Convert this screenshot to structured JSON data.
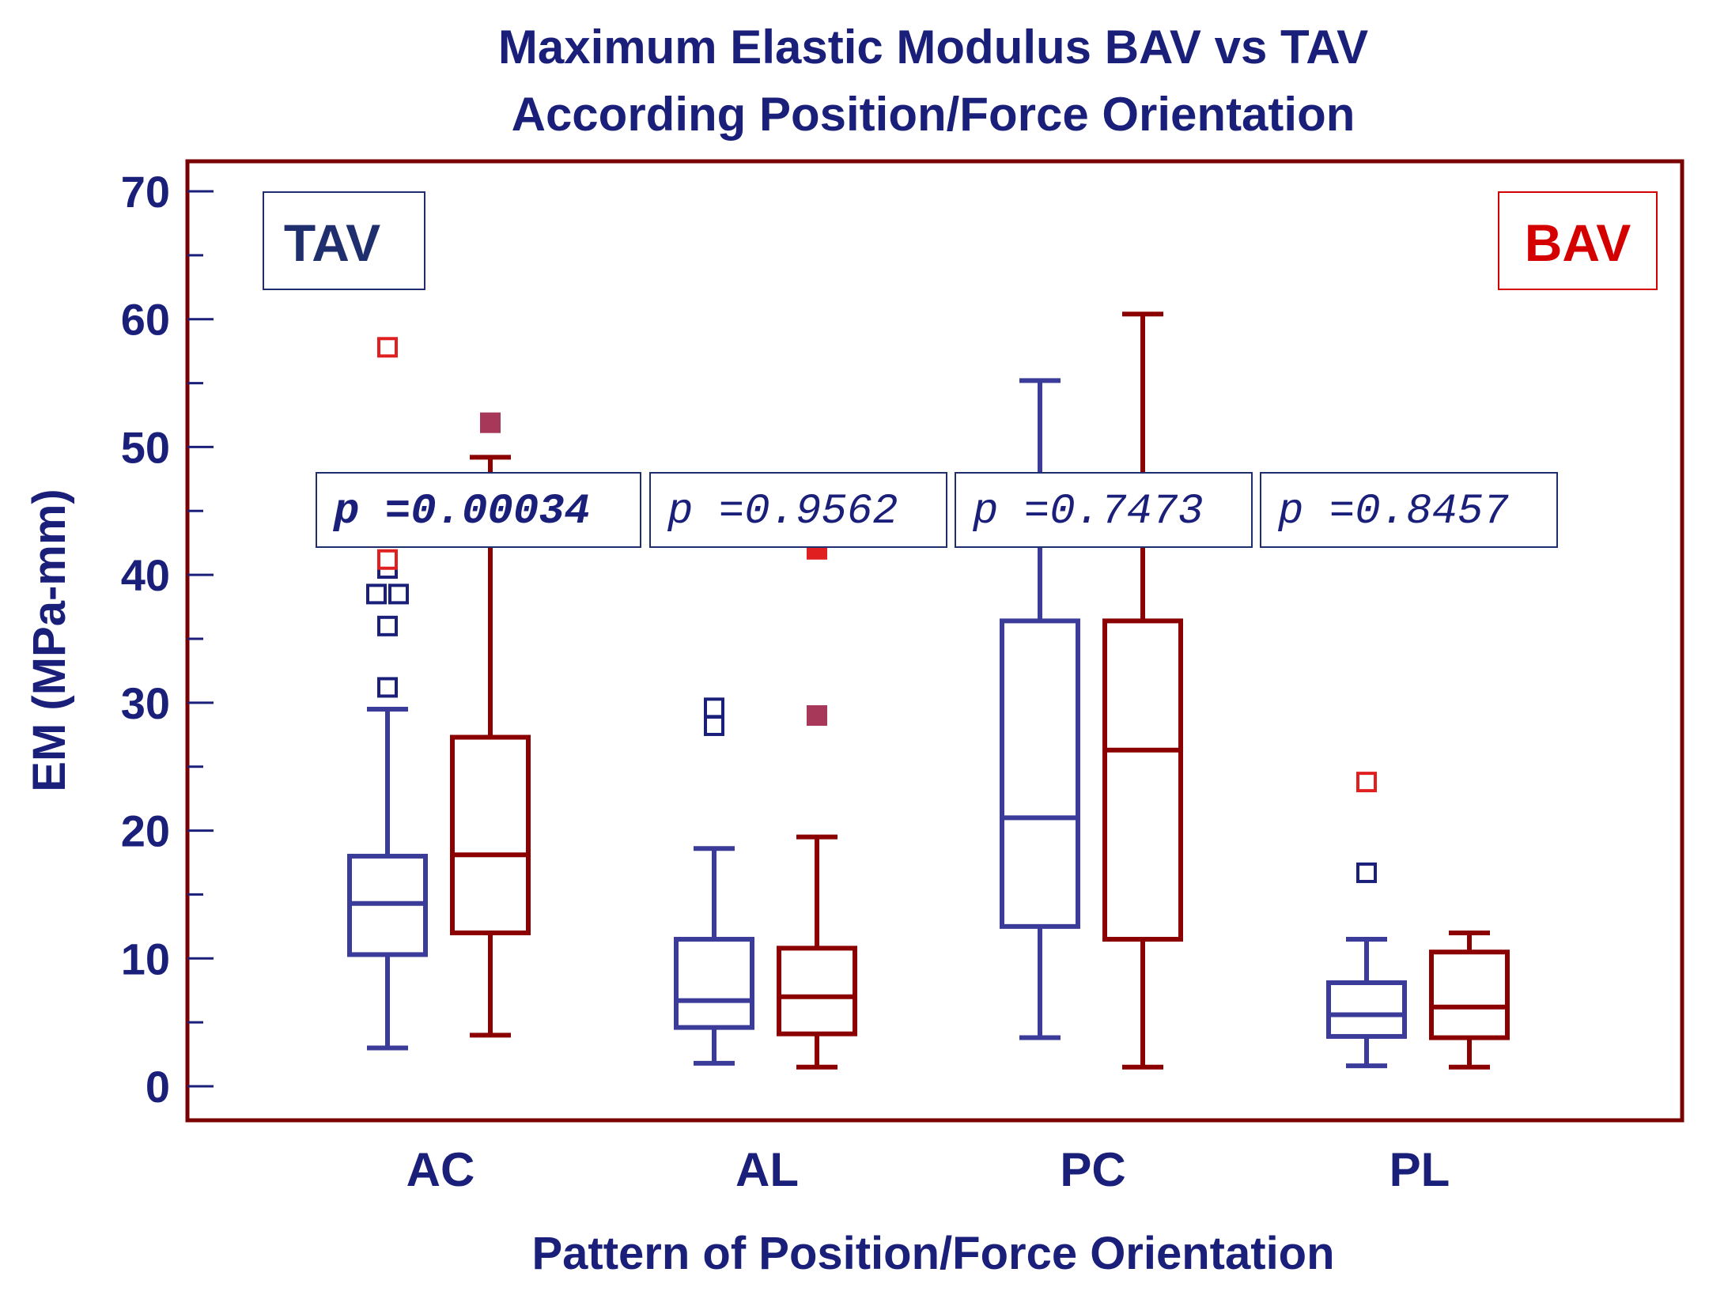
{
  "chart_data": {
    "type": "box",
    "title": [
      "Maximum Elastic Modulus  BAV vs TAV",
      "According  Position/Force Orientation"
    ],
    "xlabel": "Pattern of Position/Force Orientation",
    "ylabel": "EM (MPa-mm)",
    "ylim": [
      0,
      70
    ],
    "yticks": [
      "0",
      "10",
      "20",
      "30",
      "40",
      "50",
      "60",
      "70"
    ],
    "categories": [
      "AC",
      "AL",
      "PC",
      "PL"
    ],
    "legend": [
      {
        "label": "TAV",
        "color": "#1f2f6e"
      },
      {
        "label": "BAV",
        "color": "#d40000"
      }
    ],
    "colors": {
      "TAV_box": "#3b3b9a",
      "BAV_box": "#8b0000",
      "frame": "#7a0000",
      "outlier_far": "#e02020",
      "outlier_filled": "#a8385a"
    },
    "series": [
      {
        "name": "TAV",
        "boxes": [
          {
            "category": "AC",
            "min": 3,
            "q1": 10.3,
            "median": 14.3,
            "q3": 18,
            "max": 29.5,
            "outliers": [
              {
                "y": 31.2,
                "style": "open"
              },
              {
                "y": 36,
                "style": "open"
              },
              {
                "y": 38.5,
                "style": "open",
                "dx": -1
              },
              {
                "y": 38.5,
                "style": "open",
                "dx": 1
              },
              {
                "y": 40.5,
                "style": "open"
              },
              {
                "y": 41.2,
                "style": "far"
              },
              {
                "y": 57.8,
                "style": "far"
              }
            ]
          },
          {
            "category": "AL",
            "min": 1.8,
            "q1": 4.6,
            "median": 6.7,
            "q3": 11.5,
            "max": 18.6,
            "outliers": [
              {
                "y": 28.2,
                "style": "open"
              },
              {
                "y": 29.6,
                "style": "open"
              }
            ]
          },
          {
            "category": "PC",
            "min": 3.8,
            "q1": 12.5,
            "median": 21,
            "q3": 36.4,
            "max": 55.2,
            "outliers": []
          },
          {
            "category": "PL",
            "min": 1.6,
            "q1": 3.9,
            "median": 5.6,
            "q3": 8.1,
            "max": 11.5,
            "outliers": [
              {
                "y": 16.7,
                "style": "open"
              },
              {
                "y": 23.8,
                "style": "far"
              }
            ]
          }
        ]
      },
      {
        "name": "BAV",
        "boxes": [
          {
            "category": "AC",
            "min": 4,
            "q1": 12,
            "median": 18.1,
            "q3": 27.3,
            "max": 49.2,
            "outliers": [
              {
                "y": 51.9,
                "style": "filled"
              }
            ]
          },
          {
            "category": "AL",
            "min": 1.5,
            "q1": 4.1,
            "median": 7,
            "q3": 10.8,
            "max": 19.5,
            "outliers": [
              {
                "y": 29,
                "style": "filled"
              },
              {
                "y": 42,
                "style": "far-filled"
              }
            ]
          },
          {
            "category": "PC",
            "min": 1.5,
            "q1": 11.5,
            "median": 26.3,
            "q3": 36.4,
            "max": 60.4,
            "outliers": []
          },
          {
            "category": "PL",
            "min": 1.5,
            "q1": 3.8,
            "median": 6.2,
            "q3": 10.5,
            "max": 12,
            "outliers": []
          }
        ]
      }
    ],
    "annotations": [
      "p =0.00034",
      "p =0.9562",
      "p =0.7473",
      "p =0.8457"
    ]
  }
}
